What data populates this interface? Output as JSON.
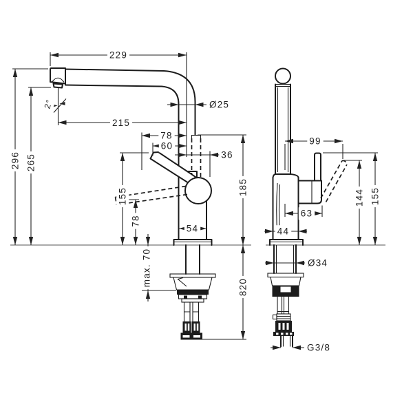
{
  "drawing": {
    "background": "#ffffff",
    "line_color": "#1c1c1c",
    "dim_color": "#222222",
    "counter_line_color": "#9e9e9e"
  },
  "dims": {
    "front": {
      "width_overall": "229",
      "spout_reach": "215",
      "offset_78": "78",
      "offset_60": "60",
      "offset_36": "36",
      "spout_dia": "Ø25",
      "spout_angle": "2°",
      "height_296": "296",
      "height_265": "265",
      "height_155": "155",
      "height_78": "78",
      "mount_max": "max. 70",
      "height_185": "185",
      "hose_length": "820",
      "body_width": "54"
    },
    "side": {
      "handle_reach": "99",
      "height_144": "144",
      "height_155": "155",
      "offset_63": "63",
      "body_width": "44",
      "shank_dia": "Ø34",
      "thread": "G3/8"
    }
  }
}
